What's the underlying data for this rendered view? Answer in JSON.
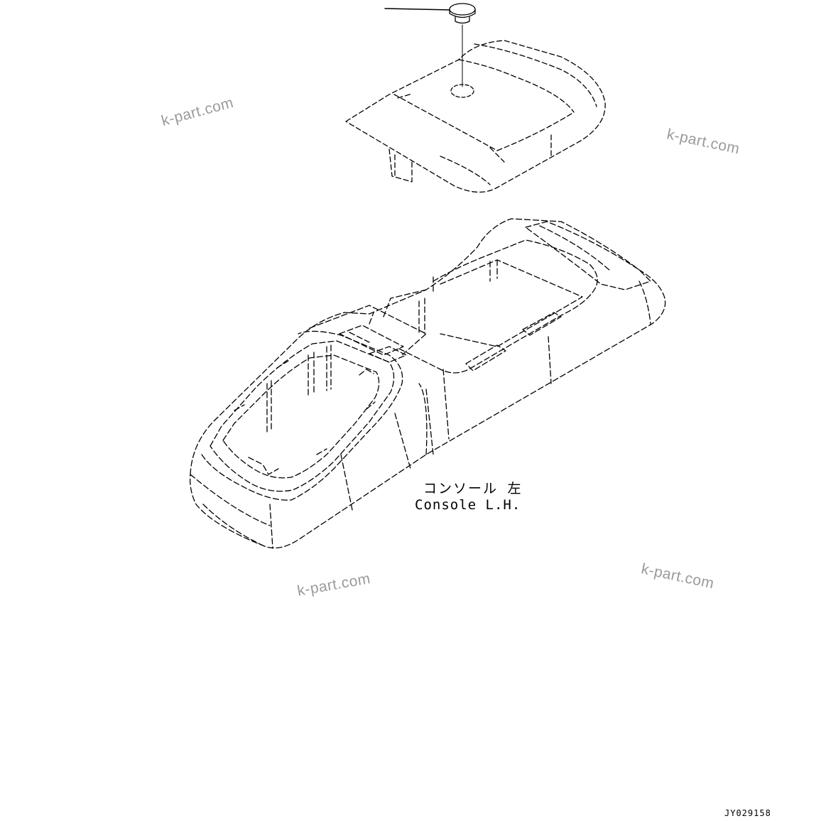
{
  "watermarks": [
    "k-part.com",
    "k-part.com",
    "k-part.com",
    "k-part.com"
  ],
  "part_label": {
    "japanese": "コンソール 左",
    "english": "Console L.H."
  },
  "drawing_code": "JY029158",
  "colors": {
    "line": "#000000",
    "watermark": "#9a9a9a"
  }
}
